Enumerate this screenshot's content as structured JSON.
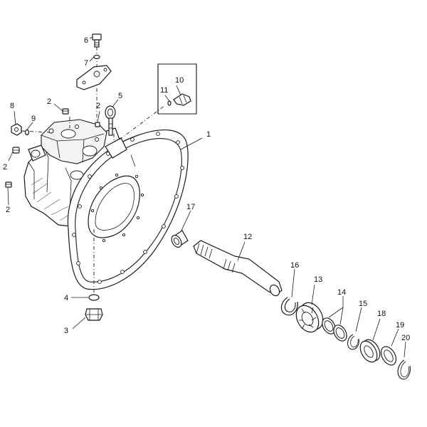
{
  "diagram": {
    "style": "exploded parts view, black line art on white",
    "callouts": [
      {
        "id": "c1",
        "label": "1"
      },
      {
        "id": "c2a",
        "label": "2"
      },
      {
        "id": "c2b",
        "label": "2"
      },
      {
        "id": "c2c",
        "label": "2"
      },
      {
        "id": "c2d",
        "label": "2"
      },
      {
        "id": "c3",
        "label": "3"
      },
      {
        "id": "c4",
        "label": "4"
      },
      {
        "id": "c5",
        "label": "5"
      },
      {
        "id": "c6",
        "label": "6"
      },
      {
        "id": "c7",
        "label": "7"
      },
      {
        "id": "c8",
        "label": "8"
      },
      {
        "id": "c9",
        "label": "9"
      },
      {
        "id": "c10",
        "label": "10"
      },
      {
        "id": "c11",
        "label": "11"
      },
      {
        "id": "c12",
        "label": "12"
      },
      {
        "id": "c13",
        "label": "13"
      },
      {
        "id": "c14",
        "label": "14"
      },
      {
        "id": "c15",
        "label": "15"
      },
      {
        "id": "c16",
        "label": "16"
      },
      {
        "id": "c17",
        "label": "17"
      },
      {
        "id": "c18",
        "label": "18"
      },
      {
        "id": "c19",
        "label": "19"
      },
      {
        "id": "c20",
        "label": "20"
      }
    ]
  }
}
